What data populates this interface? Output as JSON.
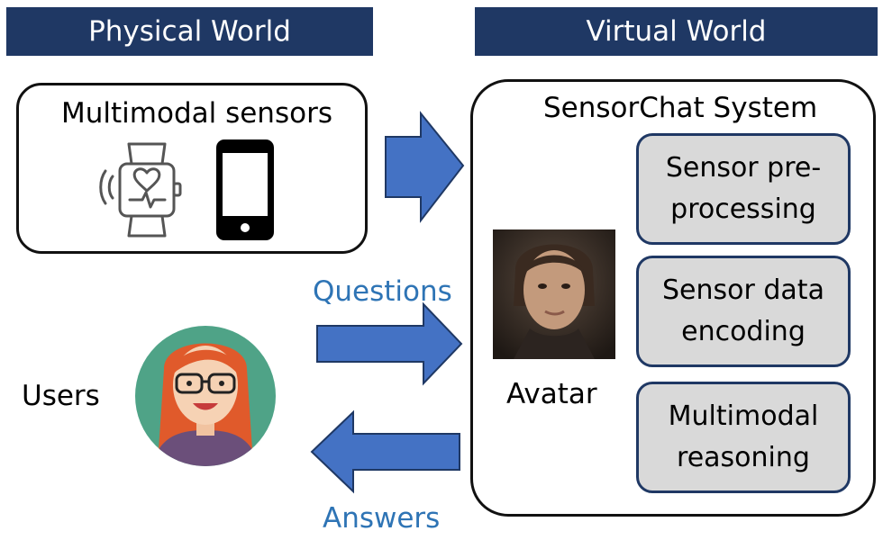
{
  "banners": {
    "physical": "Physical World",
    "virtual": "Virtual World"
  },
  "physical": {
    "sensors_title": "Multimodal sensors",
    "icons": [
      "smartwatch-icon",
      "smartphone-icon"
    ],
    "users_label": "Users"
  },
  "flows": {
    "questions": "Questions",
    "answers": "Answers"
  },
  "virtual": {
    "system_title": "SensorChat System",
    "avatar_label": "Avatar",
    "modules": [
      {
        "line1": "Sensor pre-",
        "line2": "processing"
      },
      {
        "line1": "Sensor data",
        "line2": "encoding"
      },
      {
        "line1": "Multimodal",
        "line2": "reasoning"
      }
    ]
  },
  "colors": {
    "banner": "#1f3864",
    "arrow_fill": "#4472c4",
    "arrow_stroke": "#1f3864",
    "flow_text": "#2e74b5",
    "module_fill": "#d9d9d9"
  }
}
